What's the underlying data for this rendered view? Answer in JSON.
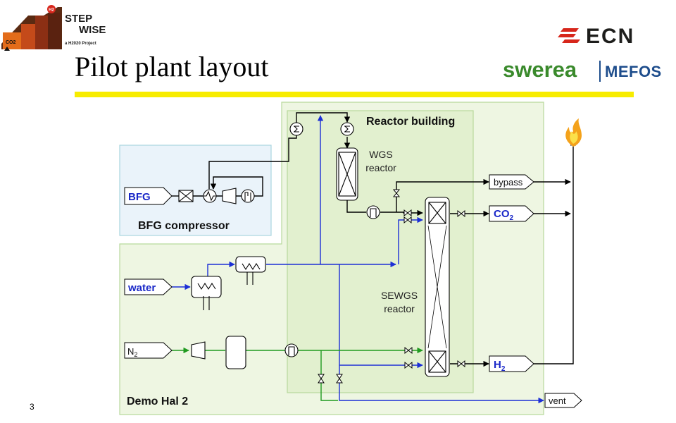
{
  "slide": {
    "title": "Pilot plant layout",
    "page_number": "3"
  },
  "logos": {
    "stepwise": {
      "name_line1": "STEP",
      "name_line2": "WISE",
      "tagline": "a H2020 Project",
      "stair_label": "CO2",
      "top_label": "H2"
    },
    "ecn": {
      "text": "ECN",
      "color": "#d7261b"
    },
    "swerea": {
      "name": "swerea",
      "sub": "MEFOS",
      "green": "#3a8a2c",
      "blue": "#1e4d8c"
    }
  },
  "areas": {
    "reactor_building": "Reactor building",
    "bfg_compressor": "BFG compressor",
    "demo_hal": "Demo Hal 2"
  },
  "inputs": {
    "bfg": "BFG",
    "water": "water",
    "n2": {
      "base": "N",
      "sub": "2"
    }
  },
  "outputs": {
    "bypass": "bypass",
    "co2": {
      "base": "CO",
      "sub": "2"
    },
    "h2": {
      "base": "H",
      "sub": "2"
    },
    "vent": "vent"
  },
  "reactors": {
    "wgs": {
      "line1": "WGS",
      "line2": "reactor"
    },
    "sewgs": {
      "line1": "SEWGS",
      "line2": "reactor"
    }
  },
  "colors": {
    "gas_line": "#000000",
    "water_line": "#1c2fd6",
    "n2_line": "#1f9a1f",
    "outer_fill": "#eef6e2",
    "outer_border": "#b8d99c",
    "inner_fill": "#e2f0cf",
    "compressor_fill": "#eaf3fa",
    "compressor_border": "#a9d5de",
    "label_blue": "#1a28c8",
    "highlight_bar": "#f7ec00"
  }
}
